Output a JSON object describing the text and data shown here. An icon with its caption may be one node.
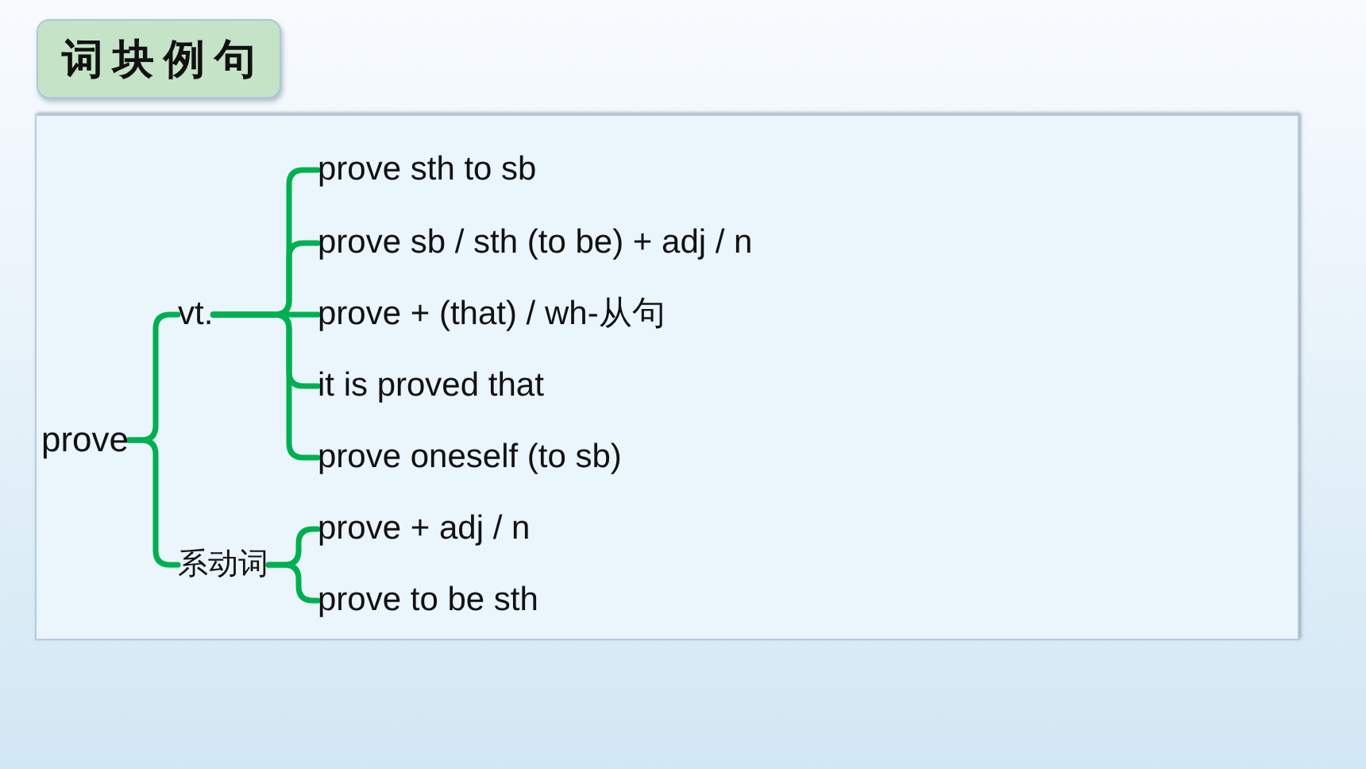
{
  "diagram": {
    "title": "词块例句",
    "nodes": [
      {
        "text": [
          "prove"
        ]
      },
      {
        "text": [
          "vt."
        ]
      },
      {
        "text": [
          "prove sth to sb"
        ]
      },
      {
        "text": [
          "prove sb / sth (to be) + adj / n"
        ]
      },
      {
        "text": [
          "prove + (that) / wh-从句"
        ]
      },
      {
        "text": [
          "it is proved that"
        ]
      },
      {
        "text": [
          "prove oneself (to sb)"
        ]
      },
      {
        "text": [
          "系动词"
        ]
      },
      {
        "text": [
          "prove + adj / n"
        ]
      },
      {
        "text": [
          "prove to be sth"
        ]
      }
    ],
    "edges": [
      {
        "from": 0,
        "to": 1,
        "arrow": "none"
      },
      {
        "from": 0,
        "to": 7,
        "arrow": "none"
      },
      {
        "from": 1,
        "to": 2,
        "arrow": "none"
      },
      {
        "from": 1,
        "to": 3,
        "arrow": "none"
      },
      {
        "from": 1,
        "to": 4,
        "arrow": "none"
      },
      {
        "from": 1,
        "to": 5,
        "arrow": "none"
      },
      {
        "from": 1,
        "to": 6,
        "arrow": "none"
      },
      {
        "from": 7,
        "to": 8,
        "arrow": "none"
      },
      {
        "from": 7,
        "to": 9,
        "arrow": "none"
      }
    ]
  }
}
